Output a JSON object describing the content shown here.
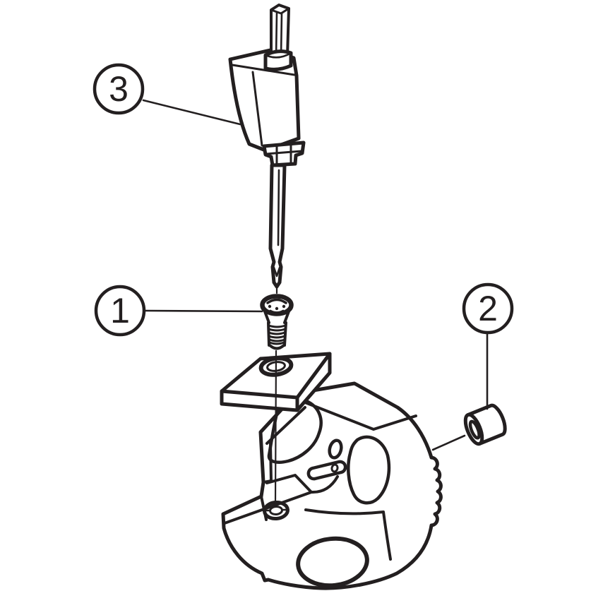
{
  "diagram": {
    "type": "exploded-assembly-drawing",
    "colors": {
      "ink": "#231f20",
      "background": "#ffffff"
    },
    "callouts": [
      {
        "label": "1",
        "target": "insert-clamp-screw"
      },
      {
        "label": "2",
        "target": "sleeve"
      },
      {
        "label": "3",
        "target": "torque-screwdriver"
      }
    ]
  }
}
